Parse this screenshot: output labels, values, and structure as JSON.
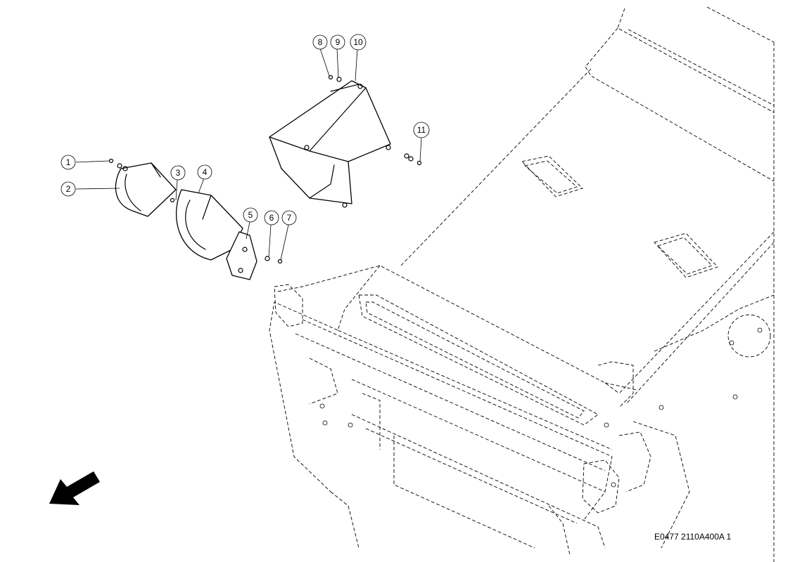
{
  "callouts": [
    {
      "id": "1",
      "label": "1"
    },
    {
      "id": "2",
      "label": "2"
    },
    {
      "id": "3",
      "label": "3"
    },
    {
      "id": "4",
      "label": "4"
    },
    {
      "id": "5",
      "label": "5"
    },
    {
      "id": "6",
      "label": "6"
    },
    {
      "id": "7",
      "label": "7"
    },
    {
      "id": "8",
      "label": "8"
    },
    {
      "id": "9",
      "label": "9"
    },
    {
      "id": "10",
      "label": "10"
    },
    {
      "id": "11",
      "label": "11"
    }
  ],
  "drawing_code": "E0477 2110A400A 1",
  "icons": {
    "direction_arrow": "direction-arrow-icon"
  }
}
